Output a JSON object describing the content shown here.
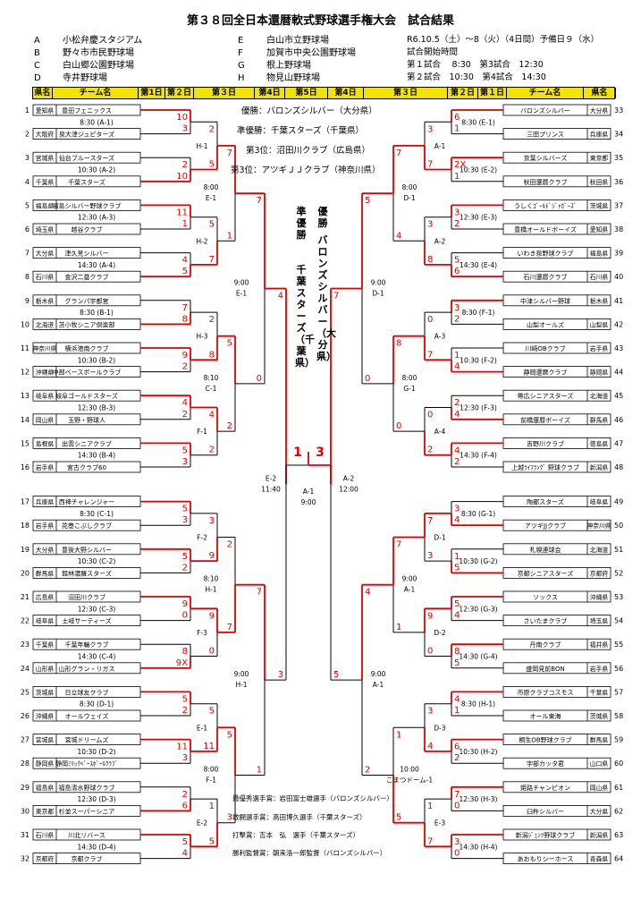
{
  "title": "第３８回全日本還暦軟式野球選手権大会　試合結果",
  "venues": [
    {
      "code": "A",
      "name": "小松弁慶スタジアム"
    },
    {
      "code": "B",
      "name": "野々市市民野球場"
    },
    {
      "code": "C",
      "name": "白山郷公園野球場"
    },
    {
      "code": "D",
      "name": "寺井野球場"
    },
    {
      "code": "E",
      "name": "白山市立野球場"
    },
    {
      "code": "F",
      "name": "加賀市中央公園野球場"
    },
    {
      "code": "G",
      "name": "根上野球場"
    },
    {
      "code": "H",
      "name": "物見山野球場"
    }
  ],
  "schedule": [
    "R6.10.5（土）～8（火）（4日間）予備日９（水）",
    "試合開始時間",
    "第１試合　 8:30　第3試合　12:30",
    "第２試合　10:30　第4試合　14:30"
  ],
  "header": {
    "left": [
      "県名",
      "チーム名",
      "第1日",
      "第２日",
      "第３日",
      "第4日"
    ],
    "mid": "第5日",
    "right": [
      "第4日",
      "第３日",
      "第２日",
      "第１日",
      "チーム名",
      "県名"
    ]
  },
  "results": [
    "優勝：バロンズシルバー（大分県）",
    "準優勝：千葉スターズ（千葉県）",
    "第3位：沼田川クラブ（広島県）",
    "第3位：アツギＪＪクラブ（神奈川県）"
  ],
  "final": {
    "champion_label": "優勝",
    "champion_name": "バロンズシルバー（大分県）",
    "runnerup_label": "準優勝",
    "runnerup_name": "千葉スターズ（千葉県）",
    "score_left": "1",
    "score_right": "3",
    "game": "A-1",
    "time": "9:00"
  },
  "awards": [
    "最優秀選手賞：岩田富士雄選手（バロンズシルバー）",
    "敢闘選手賞：高田博久選手（千葉スターズ）",
    "打撃賞：吉本　弘　選手（千葉スターズ）",
    "勝利監督賞：朝来洛一郎監督（バロンズシルバー）"
  ],
  "left_teams": [
    {
      "no": "1",
      "pref": "愛知県",
      "team": "豊田フェニックス"
    },
    {
      "no": "2",
      "pref": "大阪府",
      "team": "泉大津ジュピターズ"
    },
    {
      "no": "3",
      "pref": "宮城県",
      "team": "仙台ブルースターズ"
    },
    {
      "no": "4",
      "pref": "千葉県",
      "team": "千葉スターズ"
    },
    {
      "no": "5",
      "pref": "福島県",
      "team": "福島シルバー野球クラブ"
    },
    {
      "no": "6",
      "pref": "埼玉県",
      "team": "越谷クラブ"
    },
    {
      "no": "7",
      "pref": "大分県",
      "team": "津久見シルバー"
    },
    {
      "no": "8",
      "pref": "石川県",
      "team": "金沢二塁クラブ"
    },
    {
      "no": "9",
      "pref": "栃木県",
      "team": "グランパ宇都宮"
    },
    {
      "no": "10",
      "pref": "北海道",
      "team": "苫小牧シニア倶楽部"
    },
    {
      "no": "11",
      "pref": "神奈川県",
      "team": "横浜港南クラブ"
    },
    {
      "no": "12",
      "pref": "沖縄県",
      "team": "中部ベースボールクラブ"
    },
    {
      "no": "13",
      "pref": "岐阜県",
      "team": "岐阜ゴールドスターズ"
    },
    {
      "no": "14",
      "pref": "岡山県",
      "team": "玉野・野球人"
    },
    {
      "no": "15",
      "pref": "島根県",
      "team": "出雲シニアクラブ"
    },
    {
      "no": "16",
      "pref": "岩手県",
      "team": "宮古クラブ60"
    },
    {
      "no": "17",
      "pref": "兵庫県",
      "team": "西神チャレンジャー"
    },
    {
      "no": "18",
      "pref": "岩手県",
      "team": "花巻こぶしクラブ"
    },
    {
      "no": "19",
      "pref": "大分県",
      "team": "豊後大野シルバー"
    },
    {
      "no": "20",
      "pref": "群馬県",
      "team": "館林濃羅スターズ"
    },
    {
      "no": "21",
      "pref": "広島県",
      "team": "沼田川クラブ"
    },
    {
      "no": "22",
      "pref": "岐阜県",
      "team": "土岐サーティーズ"
    },
    {
      "no": "23",
      "pref": "千葉県",
      "team": "千葉年輪クラブ"
    },
    {
      "no": "24",
      "pref": "山形県",
      "team": "山形グラン・リガス"
    },
    {
      "no": "25",
      "pref": "茨城県",
      "team": "日立球友クラブ"
    },
    {
      "no": "26",
      "pref": "沖縄県",
      "team": "オールウェイズ"
    },
    {
      "no": "27",
      "pref": "宮城県",
      "team": "宮城ドリームズ"
    },
    {
      "no": "28",
      "pref": "静岡県",
      "team": "静岡ﾐﾘｯｸﾍﾞｰｽﾎﾞｰﾙｸﾗﾌﾞ"
    },
    {
      "no": "29",
      "pref": "福島県",
      "team": "福島清水野球クラブ"
    },
    {
      "no": "30",
      "pref": "東京都",
      "team": "杉並スーパーシニア"
    },
    {
      "no": "31",
      "pref": "石川県",
      "team": "川北リバース"
    },
    {
      "no": "32",
      "pref": "京都府",
      "team": "京都クラブ"
    }
  ],
  "right_teams": [
    {
      "no": "33",
      "pref": "大分県",
      "team": "バロンズシルバー"
    },
    {
      "no": "34",
      "pref": "兵庫県",
      "team": "三田プリンス"
    },
    {
      "no": "35",
      "pref": "東京都",
      "team": "京葉シルバーズ"
    },
    {
      "no": "36",
      "pref": "秋田県",
      "team": "秋田還暦クラブ"
    },
    {
      "no": "37",
      "pref": "茨城県",
      "team": "うしくｺﾞｰﾙﾄﾞｼﾞｬｶﾞｰｽﾞ"
    },
    {
      "no": "38",
      "pref": "愛知県",
      "team": "豊橋オールドボーイズ"
    },
    {
      "no": "39",
      "pref": "福島県",
      "team": "いわき泉野球クラブ"
    },
    {
      "no": "40",
      "pref": "石川県",
      "team": "石川還暦クラブ"
    },
    {
      "no": "41",
      "pref": "栃木県",
      "team": "中津シルバー野球"
    },
    {
      "no": "42",
      "pref": "山梨県",
      "team": "山梨オールズ"
    },
    {
      "no": "43",
      "pref": "岩手県",
      "team": "川崎OBクラブ"
    },
    {
      "no": "44",
      "pref": "静岡県",
      "team": "静岡還暦クラブ"
    },
    {
      "no": "45",
      "pref": "北海道",
      "team": "帯広シニアスターズ"
    },
    {
      "no": "46",
      "pref": "群馬県",
      "team": "前橋還暦ボーイズ"
    },
    {
      "no": "47",
      "pref": "徳島県",
      "team": "吉野川クラブ"
    },
    {
      "no": "48",
      "pref": "新潟県",
      "team": "上越ﾗｲﾌﾗﾝｸﾞ 野球クラブ"
    },
    {
      "no": "49",
      "pref": "岐阜県",
      "team": "陶都スターズ"
    },
    {
      "no": "50",
      "pref": "神奈川県",
      "team": "アツギJJクラブ"
    },
    {
      "no": "51",
      "pref": "北海道",
      "team": "札幌連球会"
    },
    {
      "no": "52",
      "pref": "京都府",
      "team": "京都シニアスターズ"
    },
    {
      "no": "53",
      "pref": "沖縄県",
      "team": "ソックス"
    },
    {
      "no": "54",
      "pref": "埼玉県",
      "team": "さいたまクラブ"
    },
    {
      "no": "55",
      "pref": "福井県",
      "team": "丹南クラブ"
    },
    {
      "no": "56",
      "pref": "岩手県",
      "team": "盛岡見前BON"
    },
    {
      "no": "57",
      "pref": "千葉県",
      "team": "市原クラブコスモス"
    },
    {
      "no": "58",
      "pref": "茨城県",
      "team": "オール東海"
    },
    {
      "no": "59",
      "pref": "群馬県",
      "team": "桐生OB野球クラブ"
    },
    {
      "no": "60",
      "pref": "山口県",
      "team": "宇部カッタ君"
    },
    {
      "no": "61",
      "pref": "岡山県",
      "team": "姫路チャンピオン"
    },
    {
      "no": "62",
      "pref": "大分県",
      "team": "臼杵シルバー"
    },
    {
      "no": "63",
      "pref": "新潟県",
      "team": "新潟ｼﾞｪﾝﾂ野球クラブ"
    },
    {
      "no": "64",
      "pref": "青森県",
      "team": "あおもりシーホース"
    }
  ],
  "left_r1": [
    {
      "time": "8:30",
      "code": "(A-1)",
      "s": [
        "10",
        "3"
      ]
    },
    {
      "time": "10:30",
      "code": "(A-2)",
      "s": [
        "2",
        "10"
      ]
    },
    {
      "time": "12:30",
      "code": "(A-3)",
      "s": [
        "11",
        "1"
      ]
    },
    {
      "time": "14:30",
      "code": "(A-4)",
      "s": [
        "4",
        "5"
      ]
    },
    {
      "time": "8:30",
      "code": "(B-1)",
      "s": [
        "7",
        "8"
      ]
    },
    {
      "time": "10:30",
      "code": "(B-2)",
      "s": [
        "9",
        "2"
      ]
    },
    {
      "time": "12:30",
      "code": "(B-3)",
      "s": [
        "4",
        "2"
      ]
    },
    {
      "time": "14:30",
      "code": "(B-4)",
      "s": [
        "5",
        "3"
      ]
    },
    {
      "time": "8:30",
      "code": "(C-1)",
      "s": [
        "5",
        "3"
      ]
    },
    {
      "time": "10:30",
      "code": "(C-2)",
      "s": [
        "5",
        "2"
      ]
    },
    {
      "time": "12:30",
      "code": "(C-3)",
      "s": [
        "9",
        "0"
      ]
    },
    {
      "time": "14:30",
      "code": "(C-4)",
      "s": [
        "8",
        "9X"
      ]
    },
    {
      "time": "8:30",
      "code": "(D-1)",
      "s": [
        "5",
        "2"
      ]
    },
    {
      "time": "10:30",
      "code": "(D-2)",
      "s": [
        "11",
        "3"
      ]
    },
    {
      "time": "12:30",
      "code": "(D-3)",
      "s": [
        "2",
        "6"
      ]
    },
    {
      "time": "14:30",
      "code": "(D-4)",
      "s": [
        "5",
        "4"
      ]
    }
  ],
  "right_r1": [
    {
      "time": "8:30",
      "code": "(E-1)",
      "s": [
        "6",
        "1"
      ]
    },
    {
      "time": "10:30",
      "code": "(E-2)",
      "s": [
        "2X",
        "1"
      ]
    },
    {
      "time": "12:30",
      "code": "(E-3)",
      "s": [
        "3",
        "2"
      ]
    },
    {
      "time": "14:30",
      "code": "(E-4)",
      "s": [
        "5",
        "6"
      ]
    },
    {
      "time": "8:30",
      "code": "(F-1)",
      "s": [
        "3",
        "2"
      ]
    },
    {
      "time": "10:30",
      "code": "(F-2)",
      "s": [
        "1",
        "4"
      ]
    },
    {
      "time": "12:30",
      "code": "(F-3)",
      "s": [
        "2",
        "4"
      ]
    },
    {
      "time": "14:30",
      "code": "(F-4)",
      "s": [
        "4",
        "2"
      ]
    },
    {
      "time": "8:30",
      "code": "(G-1)",
      "s": [
        "3",
        "4"
      ]
    },
    {
      "time": "10:30",
      "code": "(G-2)",
      "s": [
        "1",
        "5"
      ]
    },
    {
      "time": "12:30",
      "code": "(G-3)",
      "s": [
        "5",
        "4"
      ]
    },
    {
      "time": "14:30",
      "code": "(G-4)",
      "s": [
        "8",
        "5"
      ]
    },
    {
      "time": "8:30",
      "code": "(H-1)",
      "s": [
        "4",
        "1"
      ]
    },
    {
      "time": "10:30",
      "code": "(H-2)",
      "s": [
        "6",
        "2"
      ]
    },
    {
      "time": "12:30",
      "code": "(H-3)",
      "s": [
        "7",
        "0"
      ]
    },
    {
      "time": "14:30",
      "code": "(H-4)",
      "s": [
        "3",
        "0"
      ]
    }
  ],
  "left_r2": [
    {
      "label": "H-1",
      "s": [
        "2",
        "5"
      ]
    },
    {
      "label": "H-2",
      "s": [
        "5",
        "7"
      ]
    },
    {
      "label": "H-3",
      "s": [
        "2",
        "8"
      ]
    },
    {
      "label": "F-1",
      "s": [
        "4",
        "2"
      ]
    },
    {
      "label": "F-2",
      "s": [
        "3",
        "9"
      ]
    },
    {
      "label": "F-3",
      "s": [
        "9",
        "0"
      ]
    },
    {
      "label": "E-1",
      "s": [
        "5",
        "11"
      ]
    },
    {
      "label": "E-2",
      "s": [
        "1",
        "5"
      ]
    }
  ],
  "right_r2": [
    {
      "label": "A-1",
      "s": [
        "3",
        "7"
      ]
    },
    {
      "label": "A-2",
      "s": [
        "3",
        "8"
      ]
    },
    {
      "label": "A-3",
      "s": [
        "0",
        "7"
      ]
    },
    {
      "label": "A-4",
      "s": [
        "0",
        "2"
      ]
    },
    {
      "label": "D-1",
      "s": [
        "7",
        "3"
      ]
    },
    {
      "label": "D-2",
      "s": [
        "9",
        "0"
      ]
    },
    {
      "label": "D-3",
      "s": [
        "3",
        "4"
      ]
    },
    {
      "label": "E-3",
      "s": [
        "1",
        "7"
      ]
    }
  ],
  "left_r3": [
    {
      "time": "8:00",
      "label": "E-1",
      "s": [
        "7",
        "1"
      ]
    },
    {
      "time": "8:10",
      "label": "C-1",
      "s": [
        "5",
        "2"
      ]
    },
    {
      "time": "8:10",
      "label": "H-1",
      "s": [
        "2",
        "7"
      ]
    },
    {
      "time": "8:00",
      "label": "F-1",
      "s": [
        "5",
        "3"
      ]
    }
  ],
  "right_r3": [
    {
      "time": "8:00",
      "label": "D-1",
      "s": [
        "7",
        "4"
      ]
    },
    {
      "time": "8:00",
      "label": "G-1",
      "s": [
        "8",
        "0"
      ]
    },
    {
      "time": "9:00",
      "label": "A-1",
      "s": [
        "7",
        "1"
      ]
    },
    {
      "time": "10:00",
      "label": "こまつドーム-1",
      "s": [
        "1",
        "5"
      ]
    }
  ],
  "left_r4": [
    {
      "time": "9:00",
      "label": "E-1",
      "s": [
        "7",
        "0"
      ]
    },
    {
      "time": "9:00",
      "label": "H-1",
      "s": [
        "7",
        "1"
      ]
    }
  ],
  "right_r4": [
    {
      "time": "9:00",
      "label": "D-1",
      "s": [
        "5",
        "0"
      ]
    },
    {
      "time": "9:00",
      "label": "A-1",
      "s": [
        "4",
        "2"
      ]
    }
  ],
  "semi": [
    {
      "side": "left",
      "label": "E-2",
      "time": "11:40",
      "s": [
        "4",
        "3"
      ]
    },
    {
      "side": "right",
      "label": "A-2",
      "time": "12:00",
      "s": [
        "7",
        "5"
      ]
    }
  ]
}
